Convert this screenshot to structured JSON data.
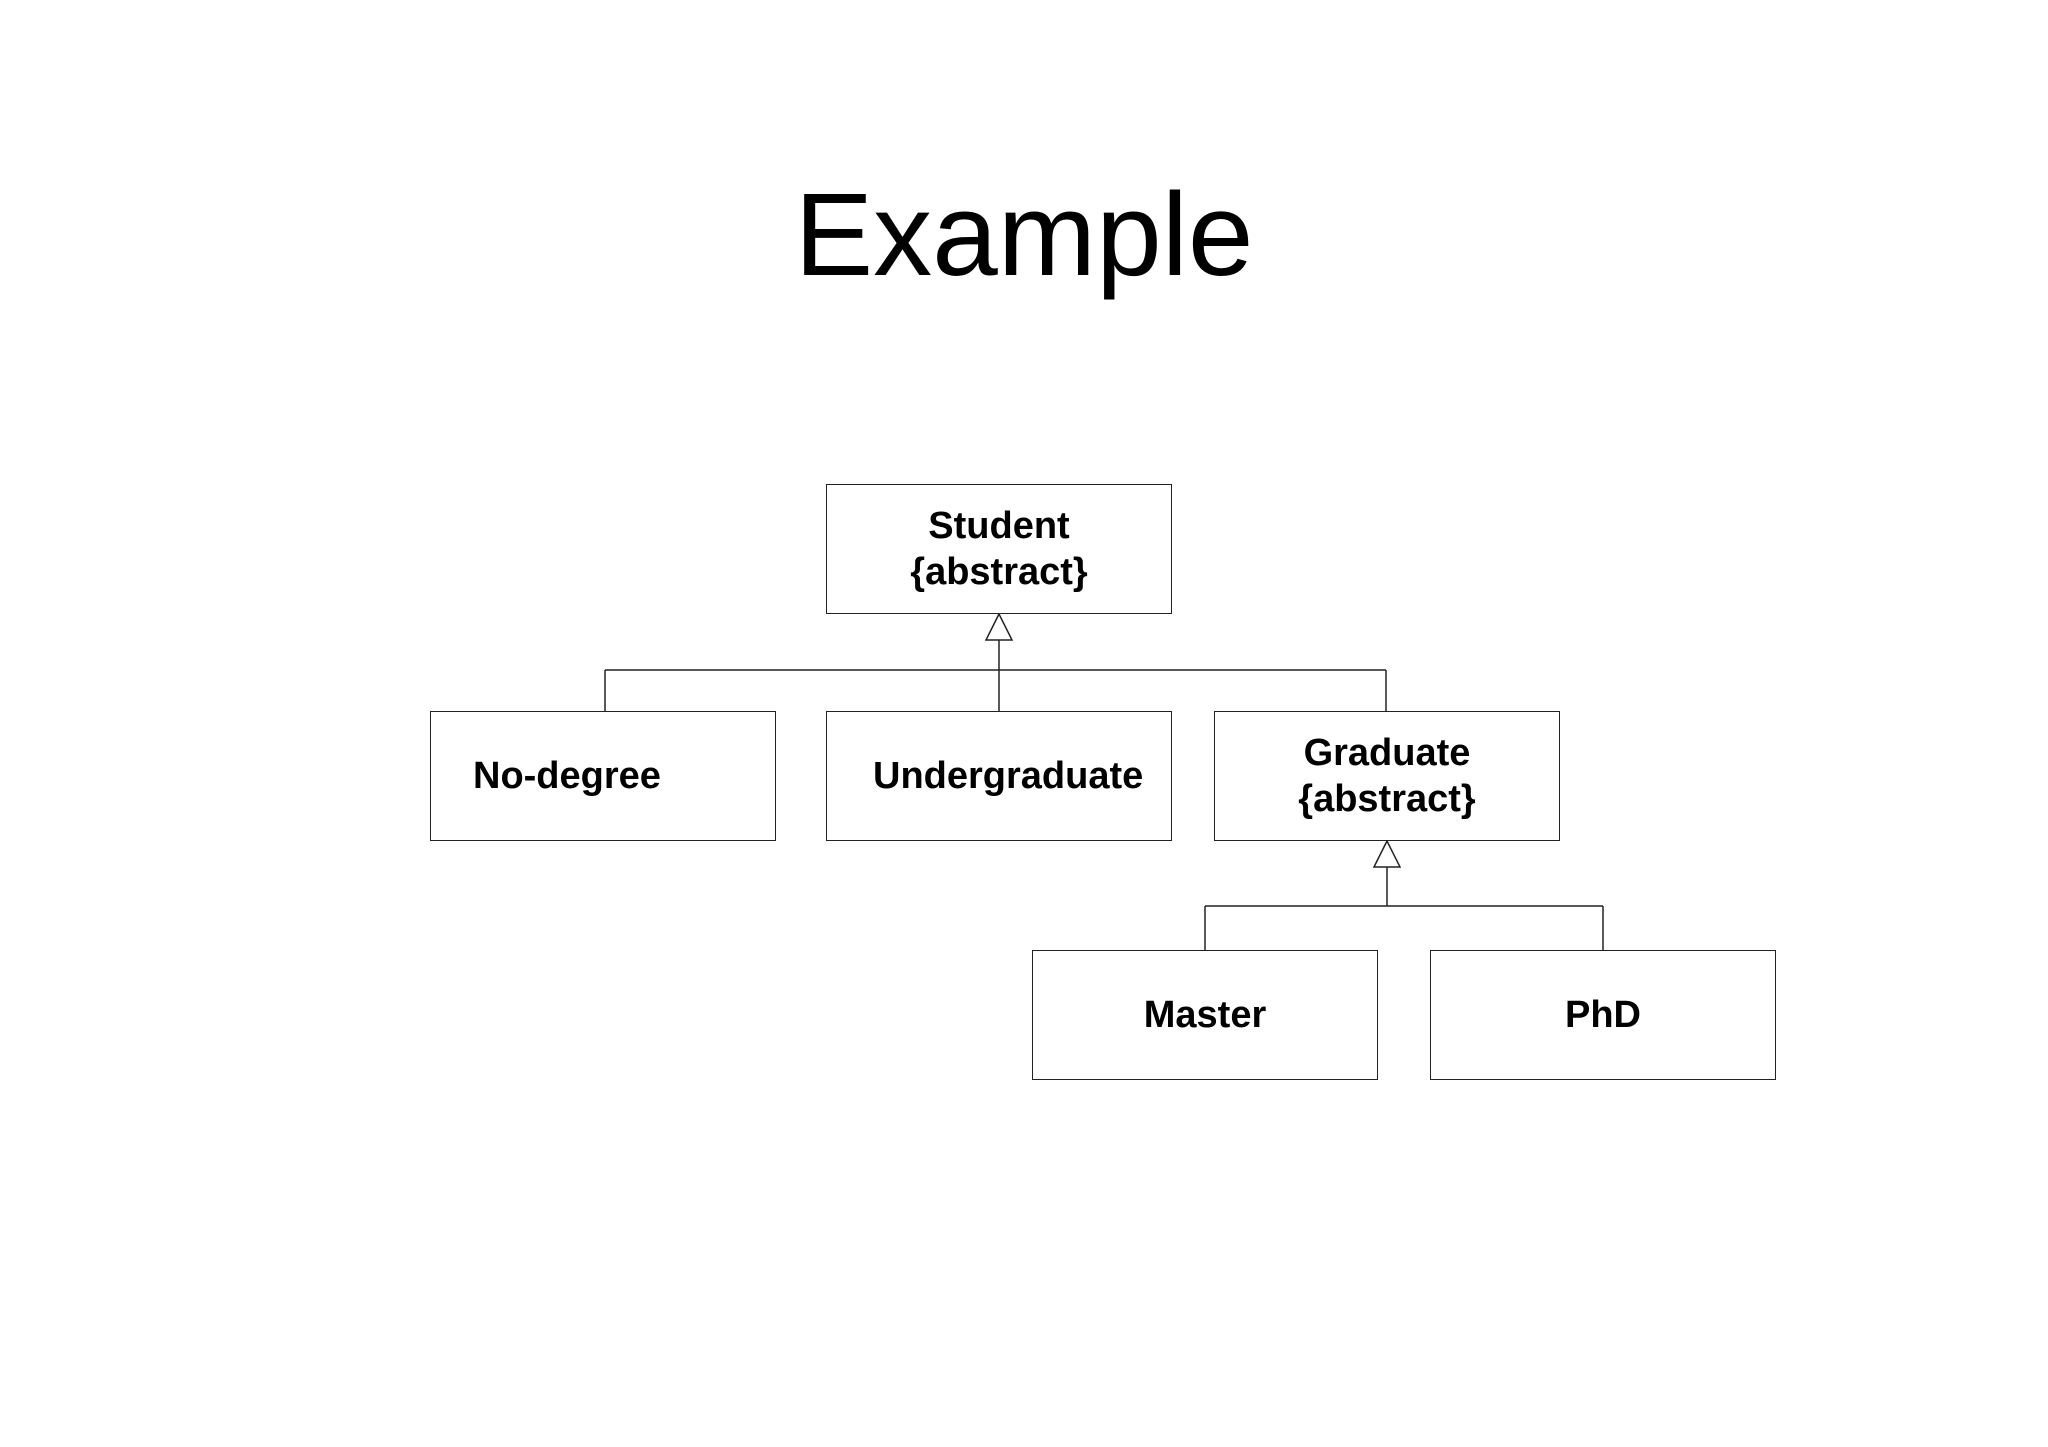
{
  "title": "Example",
  "classes": {
    "student": {
      "name": "Student",
      "stereotype": "{abstract}"
    },
    "nodegree": {
      "name": "No-degree"
    },
    "undergrad": {
      "name": "Undergraduate"
    },
    "graduate": {
      "name": "Graduate",
      "stereotype": "{abstract}"
    },
    "master": {
      "name": "Master"
    },
    "phd": {
      "name": "PhD"
    }
  },
  "relations": [
    {
      "type": "generalization",
      "parent": "Student",
      "children": [
        "No-degree",
        "Undergraduate",
        "Graduate"
      ]
    },
    {
      "type": "generalization",
      "parent": "Graduate",
      "children": [
        "Master",
        "PhD"
      ]
    }
  ],
  "colors": {
    "line": "#222222",
    "background": "#ffffff",
    "text": "#000000"
  }
}
